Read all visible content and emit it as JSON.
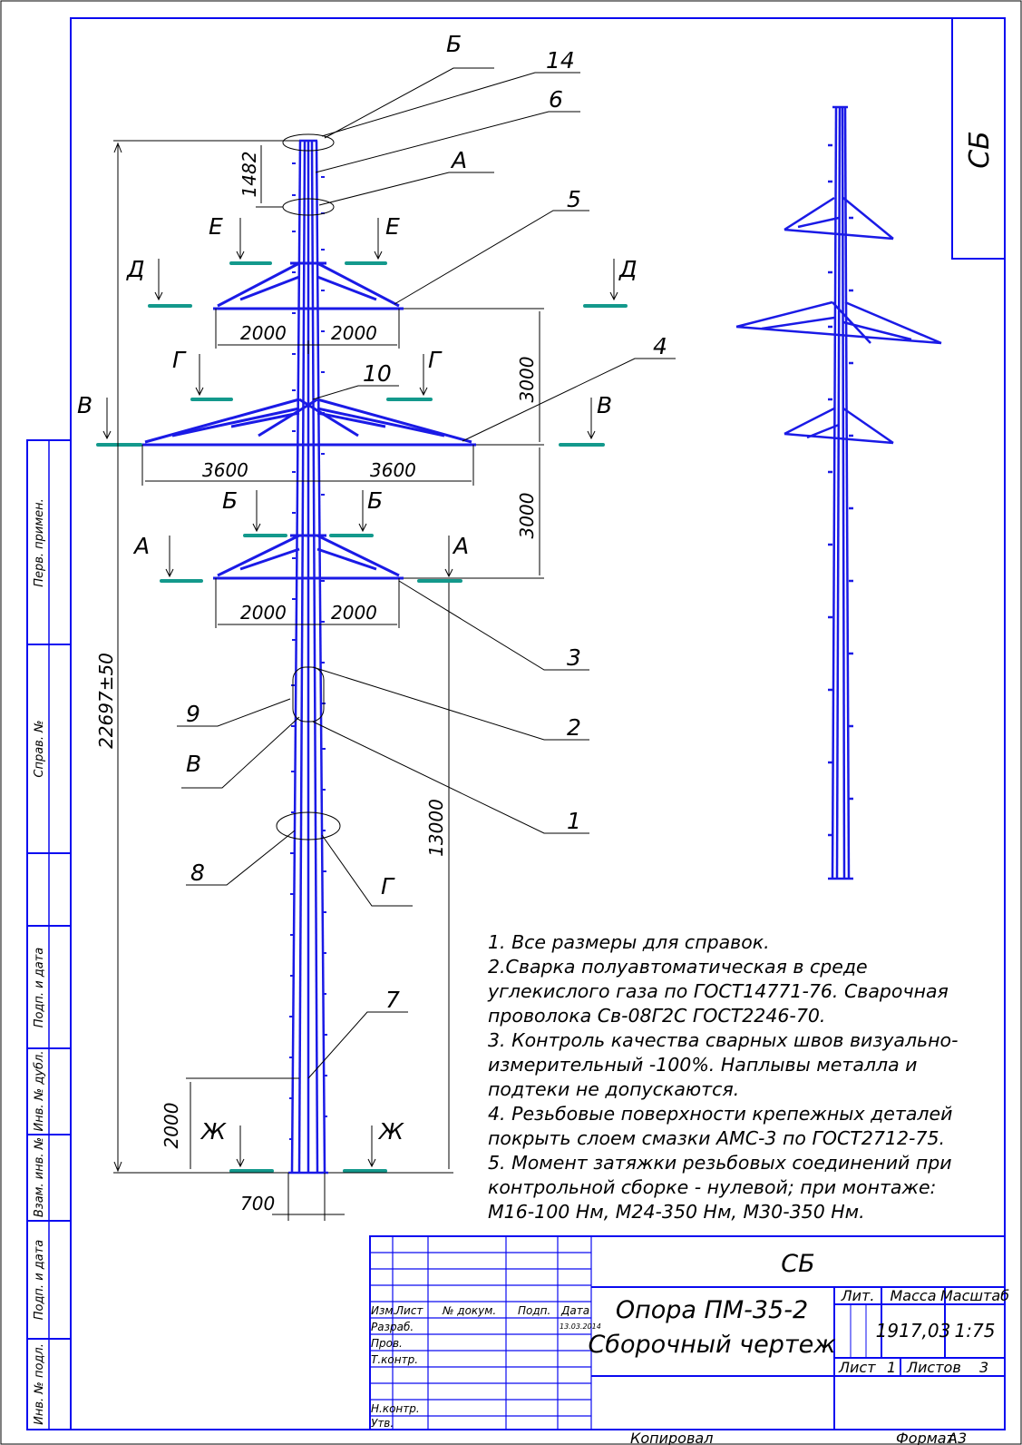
{
  "sheet": {
    "stamp_code": "СБ",
    "side_margin_labels": [
      "Перв. примен.",
      "Справ. №",
      "Подп. и дата",
      "Инв. № дубл.",
      "Взам. инв. №",
      "Подп. и дата",
      "Инв. № подл."
    ]
  },
  "drawing": {
    "position_numbers": [
      "14",
      "6",
      "5",
      "4",
      "10",
      "3",
      "2",
      "1",
      "9",
      "8",
      "7"
    ],
    "view_letters": [
      "Б",
      "А",
      "Е",
      "Д",
      "Г",
      "В",
      "Ж"
    ],
    "dims": {
      "d1482": "1482",
      "d2000": "2000",
      "d3600": "3600",
      "d3000": "3000",
      "d22697": "22697±50",
      "d13000": "13000",
      "d700": "700"
    }
  },
  "notes": [
    "1. Все размеры для справок.",
    "2.Сварка полуавтоматическая в среде",
    "углекислого газа по ГОСТ14771-76. Сварочная",
    " проволока Св-08Г2С  ГОСТ2246-70.",
    "3. Контроль качества сварных швов визуально-",
    "измерительный -100%.  Наплывы металла и",
    "подтеки не допускаются.",
    "4. Резьбовые поверхности крепежных деталей",
    "покрыть слоем смазки АМС-3 по ГОСТ2712-75.",
    "5. Момент затяжки резьбовых соединений при",
    "контрольной сборке - нулевой; при монтаже:",
    "М16-100 Нм, М24-350 Нм, М30-350 Нм."
  ],
  "title_block": {
    "code": "СБ",
    "title_line1": "Опора ПМ-35-2",
    "title_line2": "Сборочный чертеж",
    "headers": {
      "izm": "Изм.",
      "list": "Лист",
      "doc": "№ докум.",
      "sign": "Подп.",
      "date": "Дата"
    },
    "rows": [
      "Разраб.",
      "Пров.",
      "Т.контр.",
      "",
      "Н.контр.",
      "Утв."
    ],
    "date_value": "13.03.2014",
    "lit_label": "Лит.",
    "mass_label": "Масса",
    "scale_label": "Масштаб",
    "mass": "1917,03",
    "scale": "1:75",
    "sheet_label": "Лист",
    "sheet_no": "1",
    "sheets_label": "Листов",
    "sheets_total": "3"
  },
  "footer": {
    "copied": "Копировал",
    "format_label": "Формат",
    "format": "А3"
  }
}
